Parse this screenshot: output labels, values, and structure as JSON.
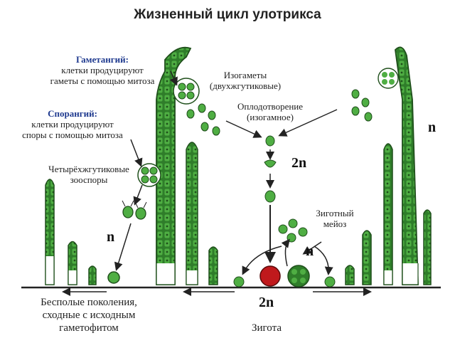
{
  "title": "Жизненный цикл улотрикса",
  "labels": {
    "gametangium_title": "Гаметангий:",
    "gametangium_l1": "клетки продуцируют",
    "gametangium_l2": "гаметы с помощью митоза",
    "sporangium_title": "Спорангий:",
    "sporangium_l1": "клетки продуцируют",
    "sporangium_l2": "споры с помощью митоза",
    "zoospores_l1": "Четырёхжгутиковые",
    "zoospores_l2": "зооспоры",
    "isogametes_l1": "Изогаметы",
    "isogametes_l2": "(двухжгутиковые)",
    "fertilization_l1": "Оплодотворение",
    "fertilization_l2": "(изогамное)",
    "meiosis_l1": "Зиготный",
    "meiosis_l2": "мейоз",
    "n_left": "n",
    "n_right": "n",
    "n_meiosis": "n",
    "two_n_top": "2n",
    "two_n_bottom": "2n",
    "asexual_l1": "Бесполые поколения,",
    "asexual_l2": "сходные с исходным",
    "asexual_l3": "гаметофитом",
    "zygote": "Зигота"
  },
  "colors": {
    "filament": "#2f7d2a",
    "filament_dark": "#1f4f1b",
    "cell": "#3f9a36",
    "zygote": "#c0191c",
    "line": "#222222"
  }
}
